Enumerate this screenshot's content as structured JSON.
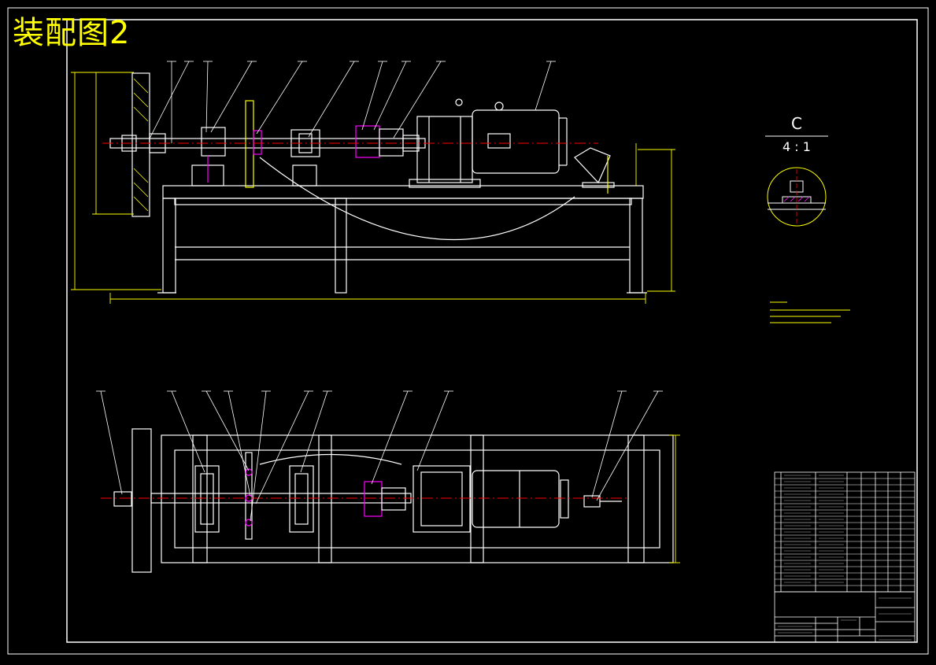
{
  "drawing": {
    "title": "装配图2",
    "detail_view": {
      "label": "C",
      "scale": "4 : 1"
    },
    "colors": {
      "background": "#000000",
      "outline": "#ffffff",
      "dimension": "#ffff00",
      "centerline": "#ff0000",
      "hatch": "#ffff00",
      "part_highlight": "#ff00ff",
      "leader": "#ffffff"
    }
  }
}
